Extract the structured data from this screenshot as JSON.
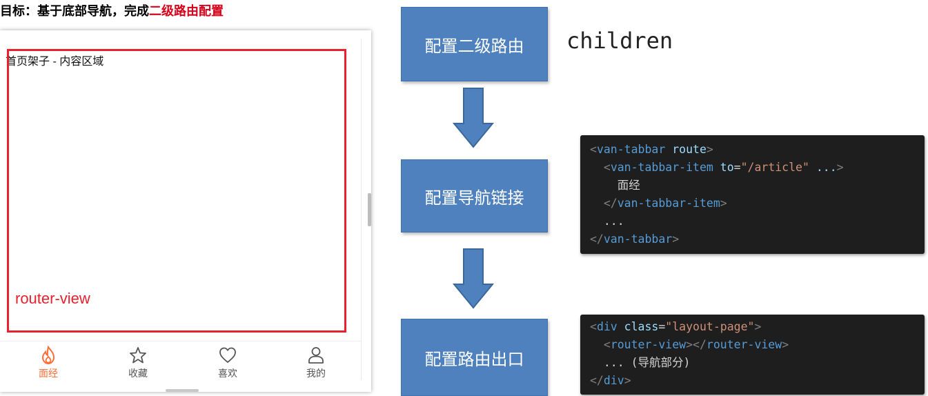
{
  "heading": {
    "prefix": "目标：基于底部导航，完成",
    "highlight": "二级路由配置"
  },
  "phone": {
    "content_title": "首页架子 - 内容区域",
    "router_view_label": "router-view",
    "tabs": [
      {
        "label": "面经",
        "icon": "fire-icon",
        "active": true
      },
      {
        "label": "收藏",
        "icon": "star-icon",
        "active": false
      },
      {
        "label": "喜欢",
        "icon": "heart-icon",
        "active": false
      },
      {
        "label": "我的",
        "icon": "user-icon",
        "active": false
      }
    ]
  },
  "flow": {
    "steps": [
      "配置二级路由",
      "配置导航链接",
      "配置路由出口"
    ],
    "children_label": "children"
  },
  "code1": {
    "l1_open": "<",
    "l1_tag": "van-tabbar",
    "l1_attr": " route",
    "l1_close": ">",
    "l2_open": "<",
    "l2_tag": "van-tabbar-item",
    "l2_attr": " to",
    "l2_eq": "=",
    "l2_val": "\"/article\"",
    "l2_rest": " ...",
    "l2_close": ">",
    "l3_text": "面经",
    "l4_open": "</",
    "l4_tag": "van-tabbar-item",
    "l4_close": ">",
    "l5_text": "...",
    "l6_open": "</",
    "l6_tag": "van-tabbar",
    "l6_close": ">"
  },
  "code2": {
    "l1_open": "<",
    "l1_tag": "div",
    "l1_attr": " class",
    "l1_eq": "=",
    "l1_val": "\"layout-page\"",
    "l1_close": ">",
    "l2_open": "<",
    "l2_tag": "router-view",
    "l2_mid": "></",
    "l2_tag2": "router-view",
    "l2_close": ">",
    "l3_text": "... (导航部分)",
    "l4_open": "</",
    "l4_tag": "div",
    "l4_close": ">"
  },
  "colors": {
    "flow_box": "#4e81bd",
    "highlight_red": "#d9001b",
    "router_view_red": "#e8212f",
    "tab_active": "#fe6d37",
    "code_bg": "#1e1e1e"
  }
}
